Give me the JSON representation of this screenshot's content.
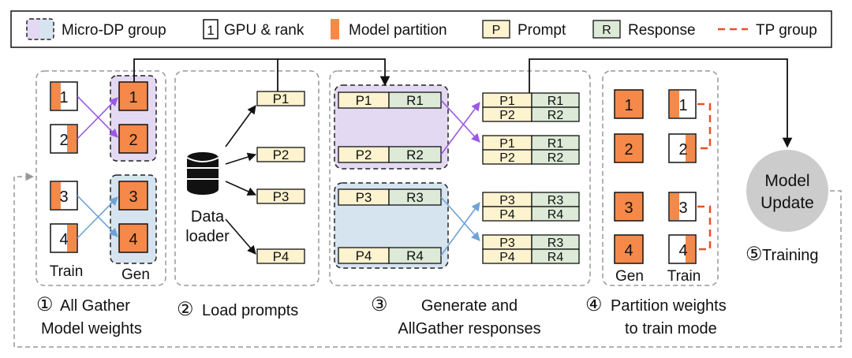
{
  "legend": {
    "micro_dp_group": "Micro-DP group",
    "gpu_rank_glyph": "1",
    "gpu_rank": "GPU & rank",
    "model_partition": "Model partition",
    "prompt_glyph": "P",
    "prompt": "Prompt",
    "response_glyph": "R",
    "response": "Response",
    "tp_group": "TP group"
  },
  "stage1": {
    "train_ranks": [
      "1",
      "2",
      "3",
      "4"
    ],
    "gen_ranks": [
      "1",
      "2",
      "3",
      "4"
    ],
    "train_label": "Train",
    "gen_label": "Gen",
    "caption_number": "①",
    "caption_line1": "All Gather",
    "caption_line2": "Model weights"
  },
  "stage2": {
    "prompts": [
      "P1",
      "P2",
      "P3",
      "P4"
    ],
    "loader_line1": "Data",
    "loader_line2": "loader",
    "caption_number": "②",
    "caption": "Load prompts",
    "icon": "database-icon"
  },
  "stage3": {
    "group1_left": [
      [
        "P1",
        "R1"
      ],
      [
        "P2",
        "R2"
      ]
    ],
    "group2_left": [
      [
        "P3",
        "R3"
      ],
      [
        "P4",
        "R4"
      ]
    ],
    "group1_right_top": [
      [
        "P1",
        "R1"
      ],
      [
        "P2",
        "R2"
      ]
    ],
    "group1_right_bottom": [
      [
        "P1",
        "R1"
      ],
      [
        "P2",
        "R2"
      ]
    ],
    "group2_right_top": [
      [
        "P3",
        "R3"
      ],
      [
        "P4",
        "R4"
      ]
    ],
    "group2_right_bottom": [
      [
        "P3",
        "R3"
      ],
      [
        "P4",
        "R4"
      ]
    ],
    "caption_number": "③",
    "caption_line1": "Generate and",
    "caption_line2": "AllGather responses"
  },
  "stage4": {
    "gen_ranks": [
      "1",
      "2",
      "3",
      "4"
    ],
    "train_ranks": [
      "1",
      "2",
      "3",
      "4"
    ],
    "gen_label": "Gen",
    "train_label": "Train",
    "caption_number": "④",
    "caption_line1": "Partition weights",
    "caption_line2": "to train mode"
  },
  "stage5": {
    "node_line1": "Model",
    "node_line2": "Update",
    "caption_number": "⑤",
    "caption": "Training"
  },
  "colors": {
    "orange": "#f5894a",
    "prompt_fill": "#fdf3cf",
    "response_fill": "#dcead7",
    "purple_group": "#e4d9f2",
    "blue_group": "#d6e4f0",
    "purple_arrow": "#9b59e6",
    "blue_arrow": "#6ea3d6",
    "tp_red": "#e8502a",
    "update_gray": "#cccccc"
  }
}
